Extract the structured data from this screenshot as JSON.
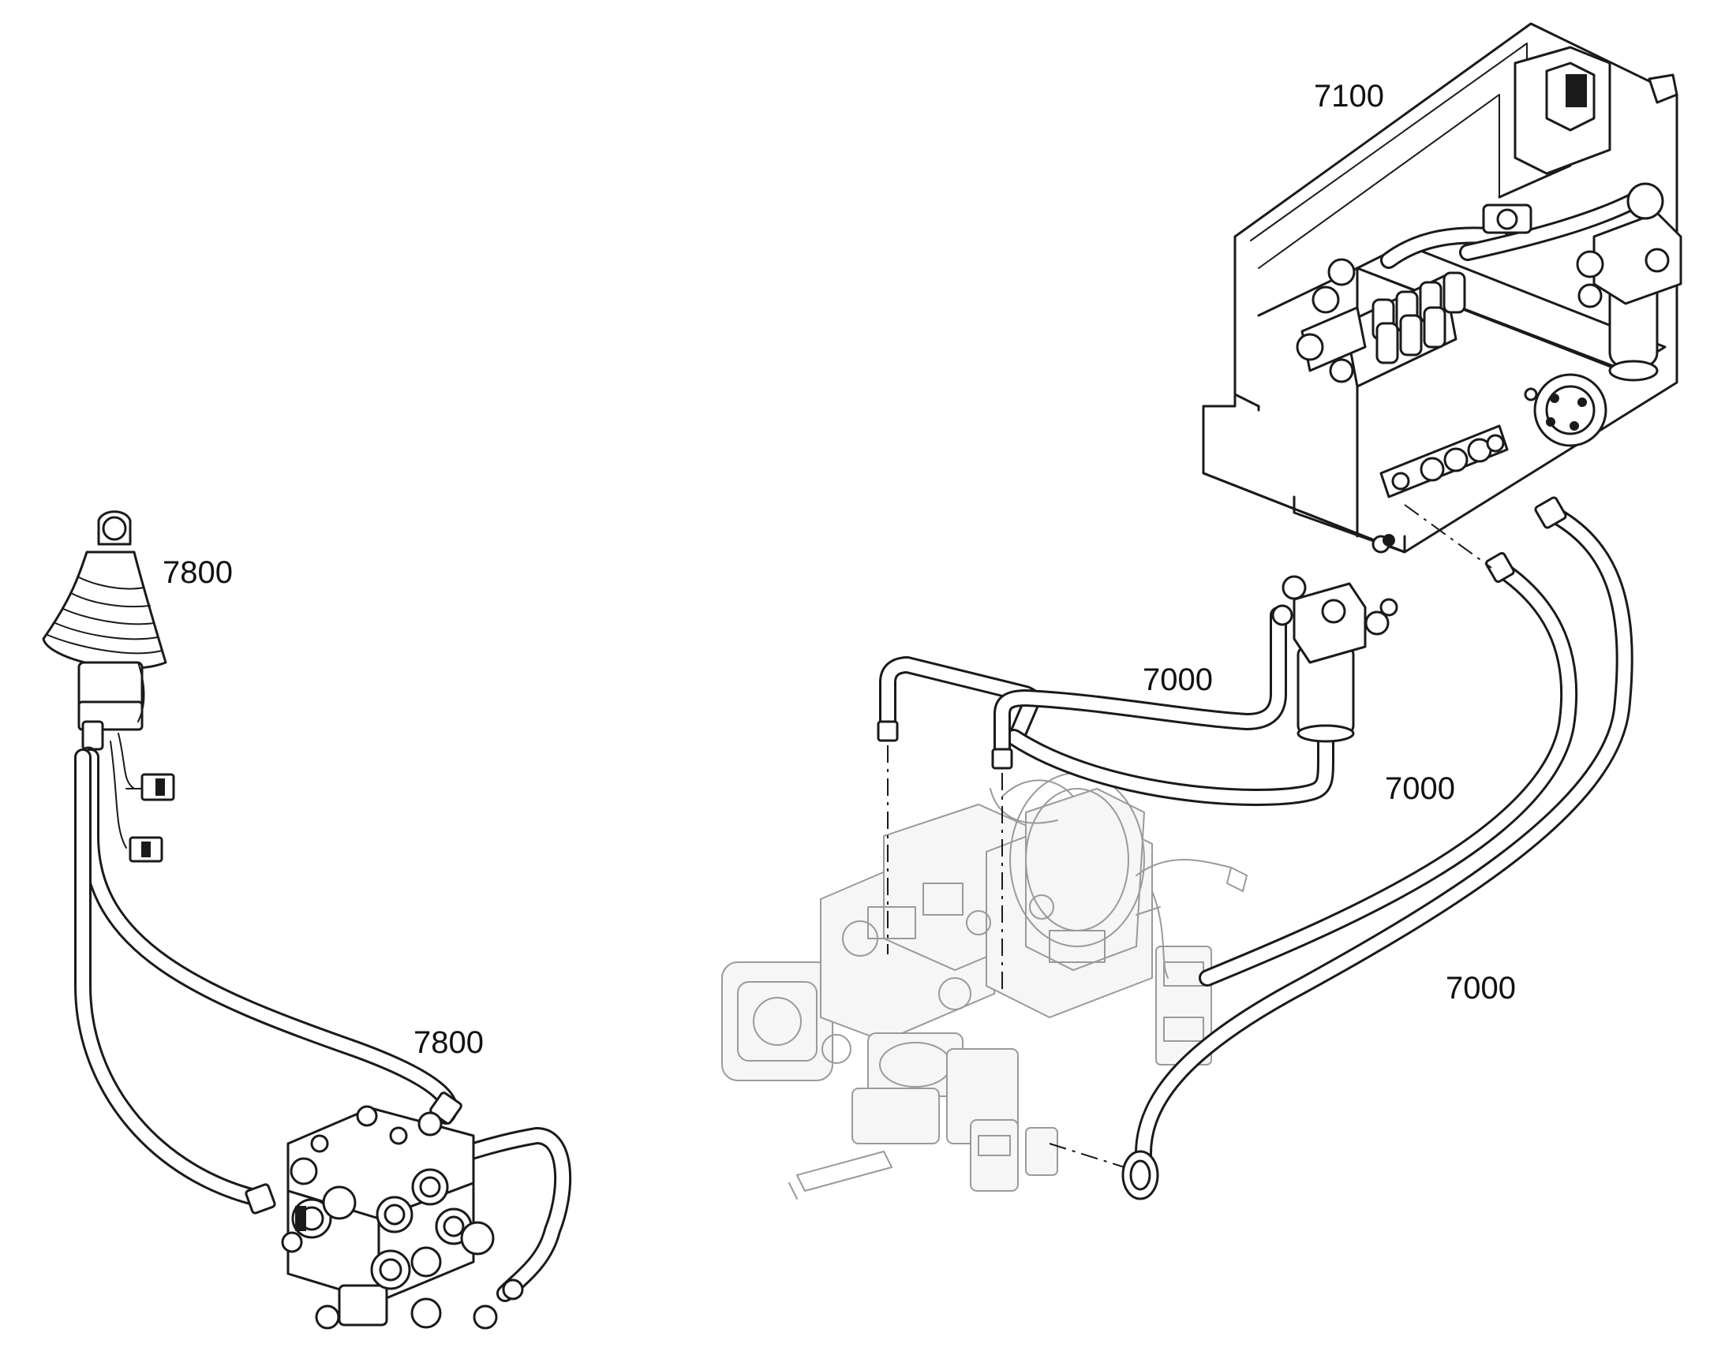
{
  "callouts": {
    "tank_block": "7100",
    "joystick": "7800",
    "control_valve": "7800",
    "hose_filter_line": "7000",
    "hose_middle": "7000",
    "hose_outer": "7000"
  },
  "colors": {
    "line": "#1a1a1a",
    "ghost_line": "#9a9a9a",
    "background": "#ffffff"
  }
}
